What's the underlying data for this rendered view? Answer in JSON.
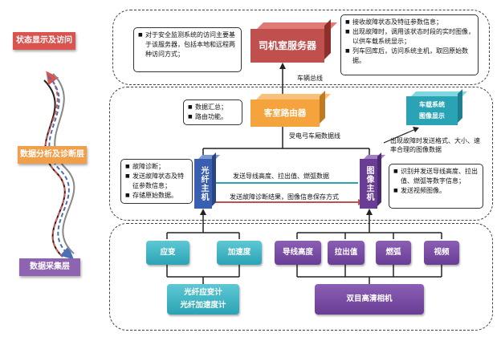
{
  "layers": {
    "top": "状态显示及访问层",
    "middle": "数据分析及诊断层",
    "bottom": "数据采集层"
  },
  "top_layer": {
    "server_title": "司机室服务器",
    "left_note": [
      "对于安全监测系统的访问主要基于该服务器，包括本地和远程两种访问方式；"
    ],
    "right_note": [
      "接收故障状态及特征参数信息；",
      "出现故障时，调用该状态时段的实时图像，以供车载系统显示；",
      "列车回库后，访问系统主机，取回原始数据。"
    ],
    "bus_label": "车辆总线"
  },
  "middle_layer": {
    "router_title": "客室路由器",
    "router_note": [
      "数据汇总；",
      "路由功能。"
    ],
    "display_title_1": "车载系统",
    "display_title_2": "图像显示",
    "display_note": "出现故障时发送格式、大小、速率合理的图像数据",
    "ethernet_label": "受电弓车厢数据线",
    "fiber_host": "光纤主机",
    "image_host": "图像主机",
    "fiber_note": [
      "故障诊断；",
      "发送故障状态及特征参数信息；",
      "存储原始数据。"
    ],
    "image_note": [
      "识别并发送导线高度、拉出值、燃弧等数字信息；",
      "发送视频图像。"
    ],
    "arrow_upper": "发送导线高度、拉出值、燃弧数据",
    "arrow_lower": "发送故障诊断结果，图像信息保存方式"
  },
  "bottom_layer": {
    "fiber_items": [
      "应变",
      "加速度"
    ],
    "fiber_source_line1": "光纤应变计",
    "fiber_source_line2": "光纤加速度计",
    "image_items": [
      "导线高度",
      "拉出值",
      "燃弧",
      "视频"
    ],
    "image_source": "双目高清相机"
  },
  "colors": {
    "top_layer": "#d9534f",
    "middle_layer": "#f0a04b",
    "bottom_layer": "#8e63b0",
    "server": "#c0504d",
    "router": "#f5a33c",
    "teal": "#2aa3b4",
    "purple": "#6a3d95",
    "fiber_host": "#3b5fb0"
  }
}
